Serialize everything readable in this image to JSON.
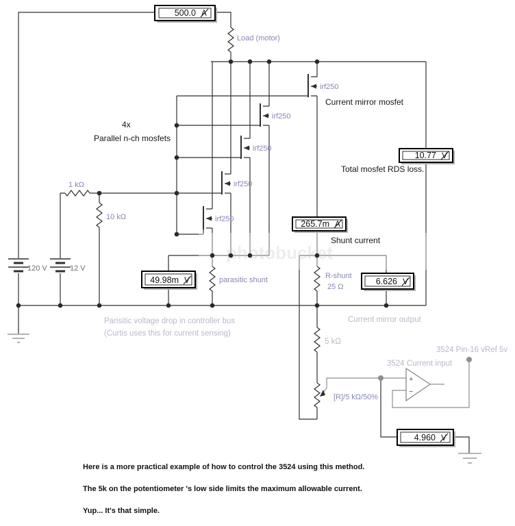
{
  "meters": {
    "main_current": {
      "value": "500.0",
      "unit": "A"
    },
    "rds_loss": {
      "value": "10.77",
      "unit": "V"
    },
    "shunt_current": {
      "value": "265.7m",
      "unit": "A"
    },
    "parasitic_drop": {
      "value": "49.98m",
      "unit": "V"
    },
    "mirror_output": {
      "value": "6.626",
      "unit": "V"
    },
    "wiper_voltage": {
      "value": "4.960",
      "unit": "V"
    }
  },
  "components": {
    "load": "Load (motor)",
    "mosfet": "irf250",
    "r1k": "1 kΩ",
    "r10k": "10 kΩ",
    "battery_main": "120 V",
    "battery_aux": "12 V",
    "parasitic_shunt": "parasitic shunt",
    "rshunt_name": "R-shunt",
    "rshunt_value": "25 Ω",
    "r5k": "5 kΩ",
    "potentiometer": "[R]/5 kΩ/50%"
  },
  "annotations": {
    "mosfet_count": "4x",
    "mosfet_group": "Parallel n-ch mosfets",
    "current_mirror": "Current mirror mosfet",
    "rds_loss": "Total mosfet RDS loss.",
    "shunt_current": "Shunt current",
    "parasitic_note1": "Parisitic voltage drop in controller bus",
    "parasitic_note2": "(Curtis uses this for current sensing)",
    "mirror_output": "Current mirror output",
    "opamp_label": "3524 Current input",
    "vref_label": "3524 Pin-16 vRef 5v",
    "opamp_plus": "+",
    "opamp_minus": "−"
  },
  "notes": {
    "line1": "Here is a more practical example of how to control the 3524 using this method.",
    "line2": "The 5k on the potentiometer 's low side limits the maximum allowable current.",
    "line3": "Yup... It's that simple."
  },
  "watermark": "photobucket",
  "colors": {
    "wire": "#2f2f2f",
    "wire_gray": "#8f8f8f",
    "component_label": "#8787b8",
    "faded_label": "#b9b9cb",
    "annotation": "#151515"
  }
}
